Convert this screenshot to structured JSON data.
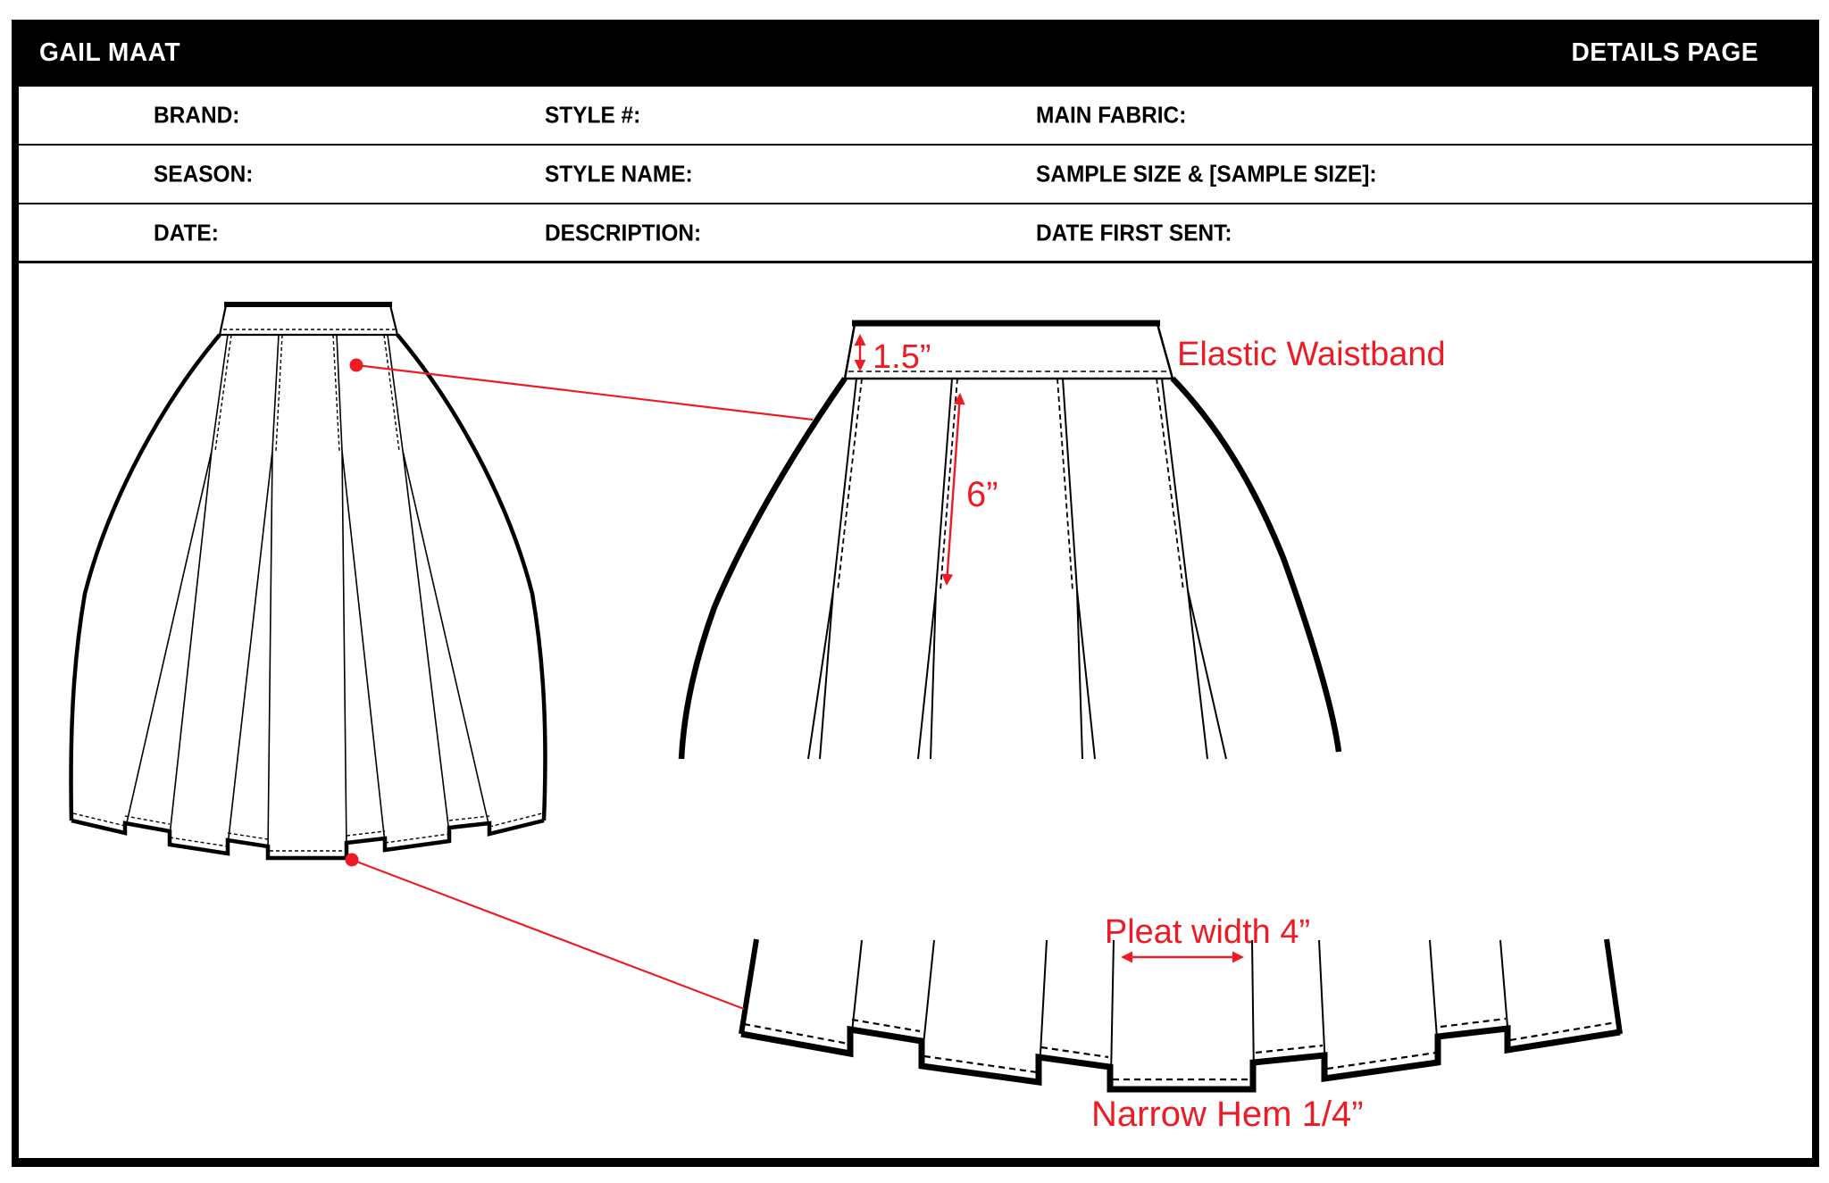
{
  "header": {
    "brand": "GAIL MAAT",
    "title": "DETAILS PAGE"
  },
  "info_table": {
    "rows": [
      {
        "col1": "BRAND:",
        "col2": "STYLE #:",
        "col3": "MAIN FABRIC:"
      },
      {
        "col1": "SEASON:",
        "col2": "STYLE NAME:",
        "col3": "SAMPLE SIZE & [SAMPLE SIZE]:"
      },
      {
        "col1": "DATE:",
        "col2": "DESCRIPTION:",
        "col3": "DATE FIRST SENT:"
      }
    ]
  },
  "annotations": {
    "waistband_height": "1.5”",
    "elastic_waistband": "Elastic Waistband",
    "pleat_stitch_depth": "6”",
    "pleat_width": "Pleat width 4”",
    "narrow_hem": "Narrow Hem 1/4”"
  },
  "colors": {
    "accent_red": "#ED1C24",
    "ink": "#000000",
    "paper": "#FFFFFF"
  }
}
